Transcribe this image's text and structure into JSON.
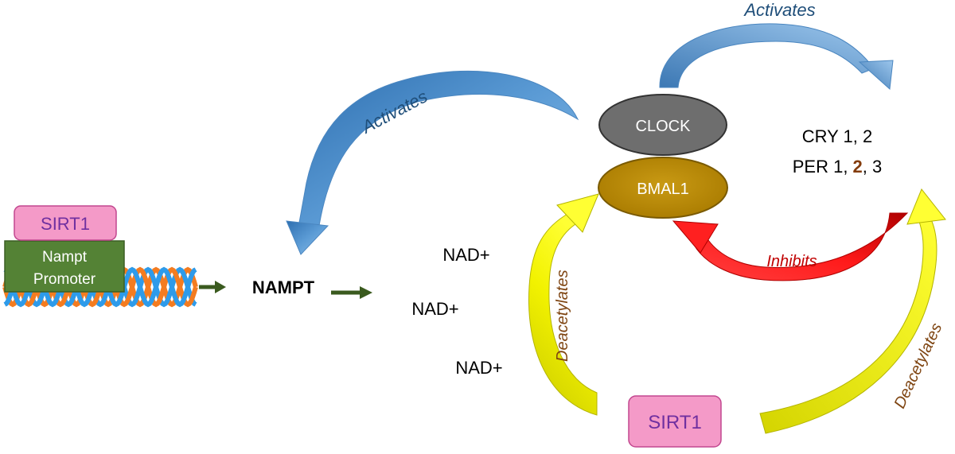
{
  "nodes": {
    "sirt1_top": "SIRT1",
    "promoter_line1": "Nampt",
    "promoter_line2": "Promoter",
    "nampt": "NAMPT",
    "nad1": "NAD+",
    "nad2": "NAD+",
    "nad3": "NAD+",
    "clock": "CLOCK",
    "bmal1": "BMAL1",
    "cry": "CRY 1, 2",
    "per_prefix": "PER 1, ",
    "per_highlight": "2",
    "per_suffix": ", 3",
    "sirt1_bottom": "SIRT1"
  },
  "edges": {
    "activates_clock_nampt": "Activates",
    "activates_clock_cry": "Activates",
    "inhibits": "Inhibits",
    "deacetylates_left": "Deacetylates",
    "deacetylates_right": "Deacetylates"
  },
  "colors": {
    "sirt1_fill": "#f49ac8",
    "sirt1_text": "#7030a0",
    "promoter_fill": "#548235",
    "clock_fill": "#6e6e6e",
    "bmal1_fill": "#bf9000",
    "activates_arrow": "#5b9bd5",
    "activates_label": "#1f4e79",
    "inhibits_arrow": "#e00000",
    "inhibits_label": "#c00000",
    "deacetylates_arrow": "#f2f200",
    "deacetylates_label": "#7f4512",
    "per_highlight": "#843c0c",
    "dna_orange": "#f47c20",
    "dna_blue": "#2e9bea",
    "green_arrow": "#3a5a1e"
  }
}
